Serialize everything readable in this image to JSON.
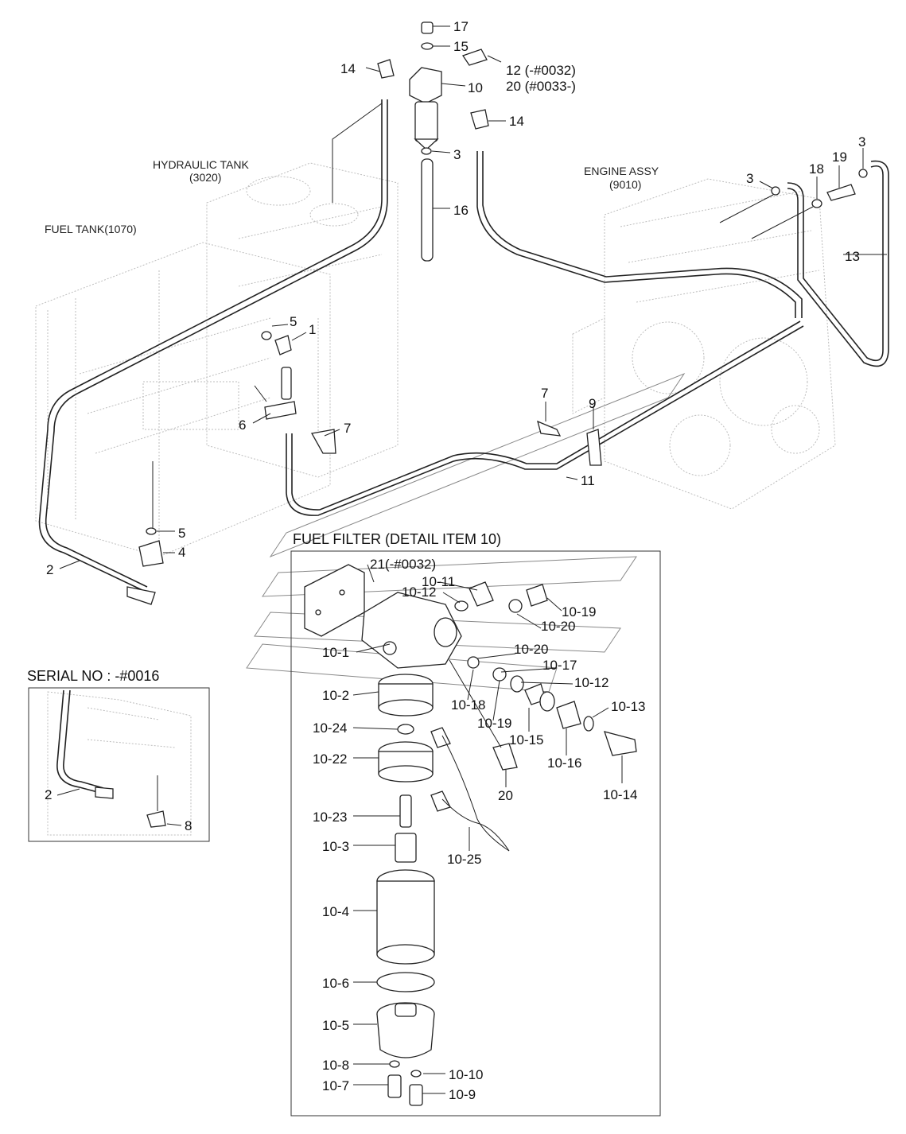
{
  "components": {
    "hydraulic_tank": {
      "name": "HYDRAULIC TANK",
      "code": "(3020)"
    },
    "engine_assy": {
      "name": "ENGINE ASSY",
      "code": "(9010)"
    },
    "fuel_tank": {
      "name": "FUEL TANK(1070)"
    }
  },
  "detail_box": {
    "title": "FUEL FILTER (DETAIL ITEM 10)"
  },
  "serial_box": {
    "title": "SERIAL NO : -#0016"
  },
  "callouts": {
    "main": [
      {
        "id": "c17",
        "text": "17"
      },
      {
        "id": "c15",
        "text": "15"
      },
      {
        "id": "c12",
        "text": "12 (-#0032)"
      },
      {
        "id": "c20top",
        "text": "20 (#0033-)"
      },
      {
        "id": "c14a",
        "text": "14"
      },
      {
        "id": "c10",
        "text": "10"
      },
      {
        "id": "c14b",
        "text": "14"
      },
      {
        "id": "c3a",
        "text": "3"
      },
      {
        "id": "c16",
        "text": "16"
      },
      {
        "id": "c3b",
        "text": "3"
      },
      {
        "id": "c18",
        "text": "18"
      },
      {
        "id": "c19",
        "text": "19"
      },
      {
        "id": "c3c",
        "text": "3"
      },
      {
        "id": "c13",
        "text": "13"
      },
      {
        "id": "c5a",
        "text": "5"
      },
      {
        "id": "c1",
        "text": "1"
      },
      {
        "id": "c6",
        "text": "6"
      },
      {
        "id": "c7a",
        "text": "7"
      },
      {
        "id": "c7b",
        "text": "7"
      },
      {
        "id": "c9",
        "text": "9"
      },
      {
        "id": "c11",
        "text": "11"
      },
      {
        "id": "c5b",
        "text": "5"
      },
      {
        "id": "c4",
        "text": "4"
      },
      {
        "id": "c2",
        "text": "2"
      }
    ],
    "detail": [
      {
        "id": "d21",
        "text": "21(-#0032)"
      },
      {
        "id": "d1011",
        "text": "10-11"
      },
      {
        "id": "d1012a",
        "text": "10-12"
      },
      {
        "id": "d1019a",
        "text": "10-19"
      },
      {
        "id": "d1020a",
        "text": "10-20"
      },
      {
        "id": "d1020b",
        "text": "10-20"
      },
      {
        "id": "d101",
        "text": "10-1"
      },
      {
        "id": "d1017",
        "text": "10-17"
      },
      {
        "id": "d1012b",
        "text": "10-12"
      },
      {
        "id": "d102",
        "text": "10-2"
      },
      {
        "id": "d1018",
        "text": "10-18"
      },
      {
        "id": "d1019b",
        "text": "10-19"
      },
      {
        "id": "d1013",
        "text": "10-13"
      },
      {
        "id": "d1024",
        "text": "10-24"
      },
      {
        "id": "d1015",
        "text": "10-15"
      },
      {
        "id": "d1016",
        "text": "10-16"
      },
      {
        "id": "d1022",
        "text": "10-22"
      },
      {
        "id": "d20",
        "text": "20"
      },
      {
        "id": "d1014",
        "text": "10-14"
      },
      {
        "id": "d1023",
        "text": "10-23"
      },
      {
        "id": "d103",
        "text": "10-3"
      },
      {
        "id": "d1025",
        "text": "10-25"
      },
      {
        "id": "d104",
        "text": "10-4"
      },
      {
        "id": "d106",
        "text": "10-6"
      },
      {
        "id": "d105",
        "text": "10-5"
      },
      {
        "id": "d108",
        "text": "10-8"
      },
      {
        "id": "d1010",
        "text": "10-10"
      },
      {
        "id": "d107",
        "text": "10-7"
      },
      {
        "id": "d109",
        "text": "10-9"
      }
    ],
    "serial": [
      {
        "id": "s2",
        "text": "2"
      },
      {
        "id": "s8",
        "text": "8"
      }
    ]
  }
}
